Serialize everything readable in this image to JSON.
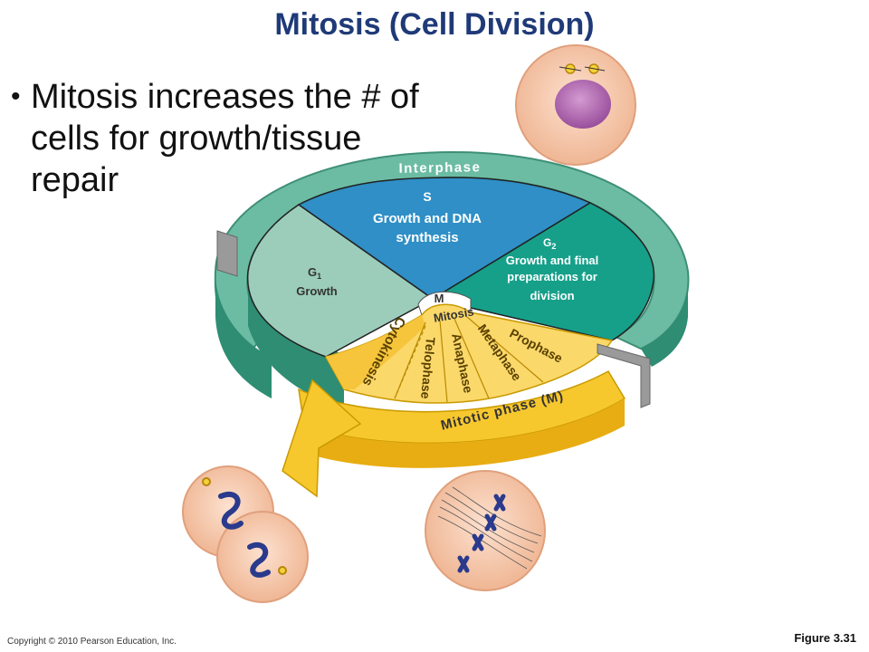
{
  "title": "Mitosis (Cell Division)",
  "bullet": "Mitosis increases the # of cells for growth/tissue repair",
  "bullet_marker": "•",
  "diagram": {
    "interphase": "Interphase",
    "s_label": "S",
    "s_desc_1": "Growth and DNA",
    "s_desc_2": "synthesis",
    "g1_label": "G",
    "g1_sub": "1",
    "g1_desc": "Growth",
    "g2_label": "G",
    "g2_sub": "2",
    "g2_desc_1": "Growth and final",
    "g2_desc_2": "preparations for",
    "g2_desc_3": "division",
    "m_label": "M",
    "mitosis": "Mitosis",
    "prophase": "Prophase",
    "metaphase": "Metaphase",
    "anaphase": "Anaphase",
    "telophase": "Telophase",
    "cytokinesis": "Cytokinesis",
    "mitotic_phase": "Mitotic phase (M)"
  },
  "colors": {
    "title": "#1f3a78",
    "g1": "#9ccdbb",
    "s": "#2f8fc6",
    "g2": "#16a08a",
    "interphase_ring": "#6cbca3",
    "mitotic_yellow": "#fbd86a",
    "mitotic_dark": "#f0b800"
  },
  "footer": {
    "copyright": "Copyright © 2010 Pearson Education, Inc.",
    "figure": "Figure 3.31"
  }
}
